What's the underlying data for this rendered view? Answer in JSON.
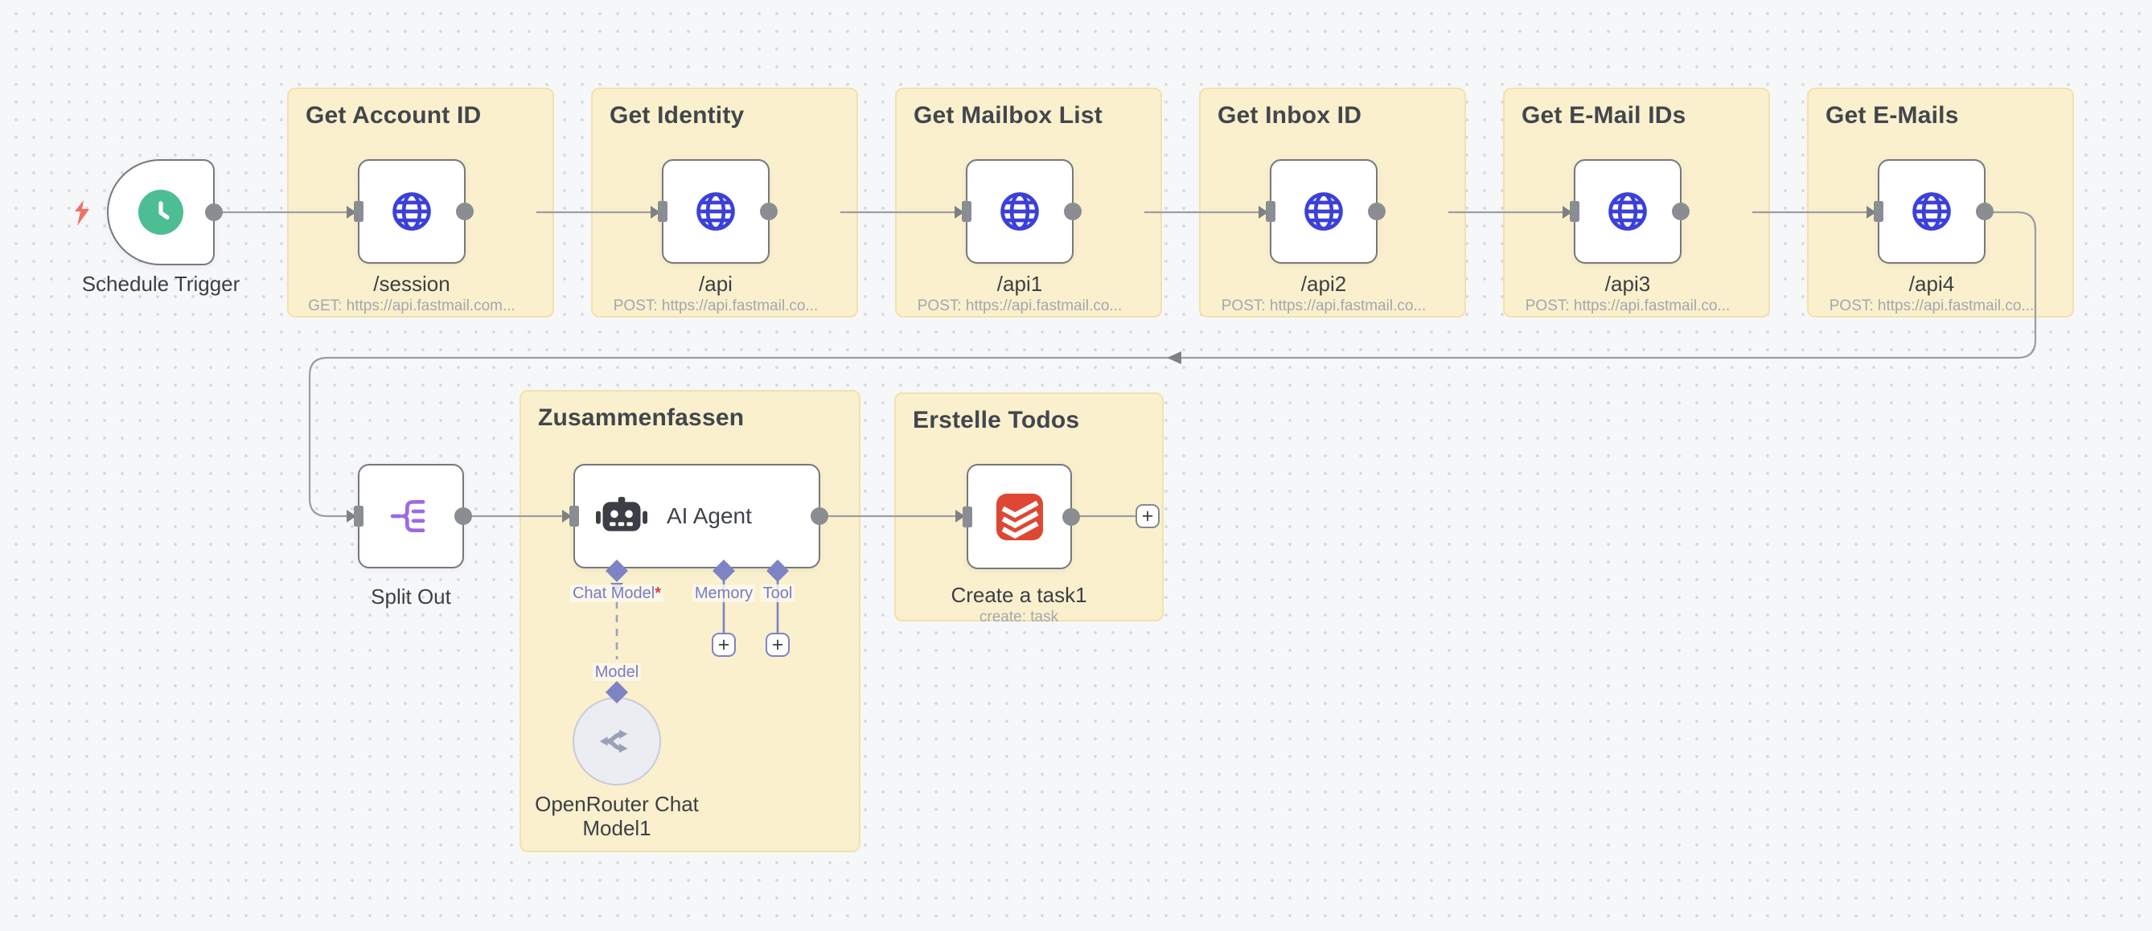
{
  "colors": {
    "sticky_bg": "#FAF0CD",
    "sticky_border": "#F1E2AD",
    "node_border": "#75787D",
    "connection_line": "#9B9EA3",
    "http_icon_blue": "#3B41D8",
    "trigger_green": "#4DBE94",
    "split_purple": "#9C6BE0",
    "todoist_red": "#DE4733",
    "agent_connector_indigo": "#7C84C4",
    "bolt_coral": "#EE7163"
  },
  "trigger": {
    "label": "Schedule Trigger"
  },
  "groups": [
    {
      "title": "Get Account ID",
      "node_label": "/session",
      "node_subtitle": "GET: https://api.fastmail.com..."
    },
    {
      "title": "Get Identity",
      "node_label": "/api",
      "node_subtitle": "POST: https://api.fastmail.co..."
    },
    {
      "title": "Get Mailbox List",
      "node_label": "/api1",
      "node_subtitle": "POST: https://api.fastmail.co..."
    },
    {
      "title": "Get Inbox ID",
      "node_label": "/api2",
      "node_subtitle": "POST: https://api.fastmail.co..."
    },
    {
      "title": "Get E-Mail IDs",
      "node_label": "/api3",
      "node_subtitle": "POST: https://api.fastmail.co..."
    },
    {
      "title": "Get E-Mails",
      "node_label": "/api4",
      "node_subtitle": "POST: https://api.fastmail.co..."
    }
  ],
  "split_out": {
    "label": "Split Out"
  },
  "summarize_group": {
    "title": "Zusammenfassen",
    "agent": {
      "label": "AI Agent"
    },
    "connectors": {
      "chat_model": "Chat Model",
      "required_marker": "*",
      "memory": "Memory",
      "tool": "Tool",
      "model": "Model"
    },
    "chat_model_node": {
      "label_line1": "OpenRouter Chat",
      "label_line2": "Model1"
    },
    "add_button": "+"
  },
  "todos_group": {
    "title": "Erstelle Todos",
    "node": {
      "label": "Create a task1",
      "subtitle": "create: task"
    },
    "add_button": "+"
  }
}
